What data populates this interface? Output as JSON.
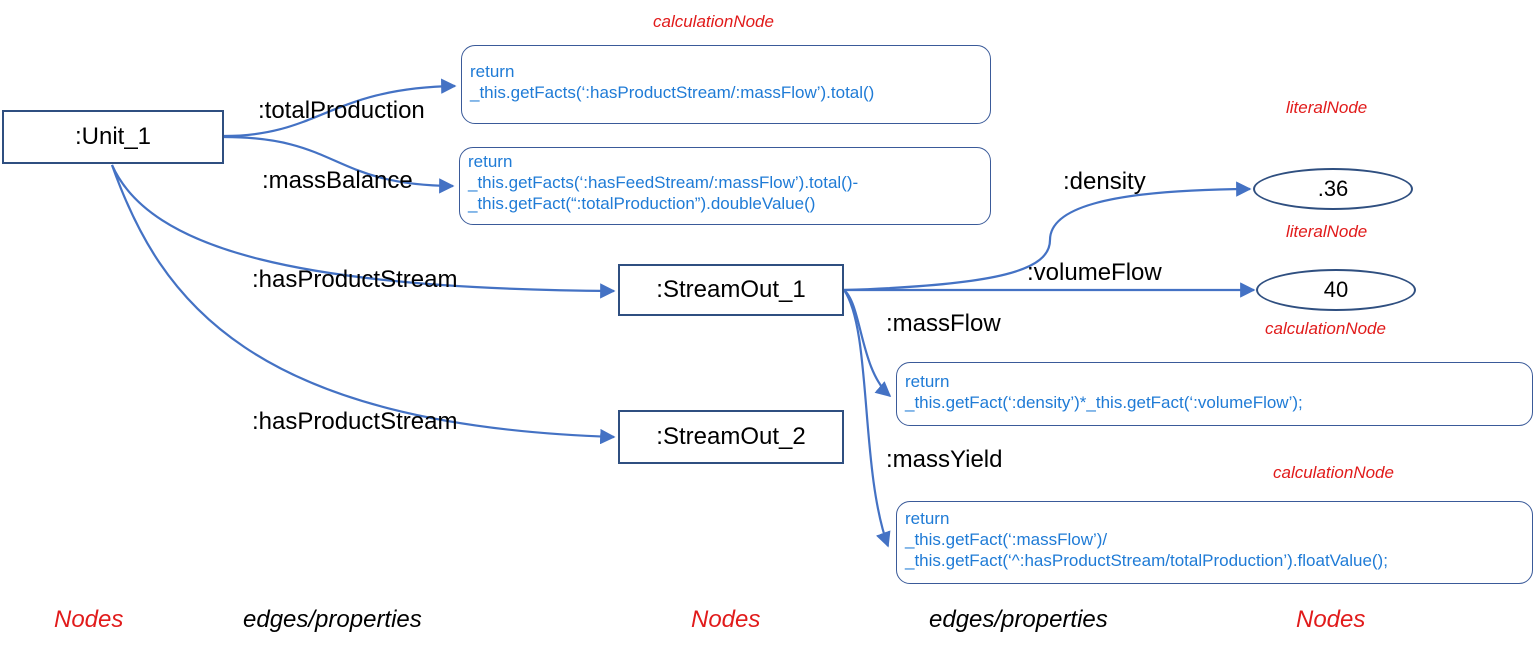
{
  "nodes": {
    "unit": ":Unit_1",
    "stream_out_1": ":StreamOut_1",
    "stream_out_2": ":StreamOut_2"
  },
  "edges": {
    "total_production": ":totalProduction",
    "mass_balance": ":massBalance",
    "has_product_stream_1": ":hasProductStream",
    "has_product_stream_2": ":hasProductStream",
    "density": ":density",
    "volume_flow": ":volumeFlow",
    "mass_flow": ":massFlow",
    "mass_yield": ":massYield"
  },
  "code_boxes": {
    "total_production": "return\n_this.getFacts(‘:hasProductStream/:massFlow’).total()",
    "mass_balance": "return\n_this.getFacts(‘:hasFeedStream/:massFlow’).total()-\n_this.getFact(“:totalProduction”).doubleValue()",
    "mass_flow": "return\n_this.getFact(‘:density’)*_this.getFact(‘:volumeFlow’);",
    "mass_yield": "return\n_this.getFact(‘:massFlow’)/\n_this.getFact(‘^:hasProductStream/totalProduction’).floatValue();"
  },
  "literals": {
    "density_value": ".36",
    "volume_flow_value": "40"
  },
  "type_labels": {
    "calc_top": "calculationNode",
    "literal_1": "literalNode",
    "literal_2": "literalNode",
    "calc_mid": "calculationNode",
    "calc_bottom": "calculationNode"
  },
  "legend": {
    "col1": "Nodes",
    "col2": "edges/properties",
    "col3": "Nodes",
    "col4": "edges/properties",
    "col5": "Nodes"
  },
  "colors": {
    "edge": "#4472c4",
    "code_text": "#1f7bd6",
    "type_label": "#e11b1b"
  }
}
